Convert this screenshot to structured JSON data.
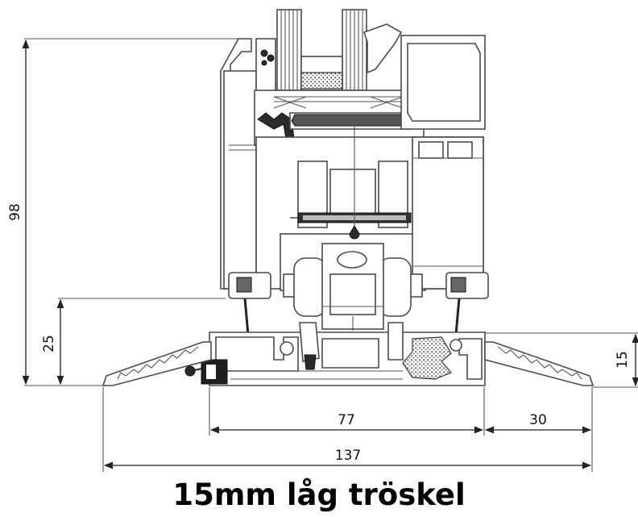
{
  "caption": "15mm låg tröskel",
  "dimensions": {
    "total_height": "98",
    "sill_height": "25",
    "ramp_height": "15",
    "inner_width": "77",
    "ramp_width": "30",
    "total_width": "137"
  }
}
